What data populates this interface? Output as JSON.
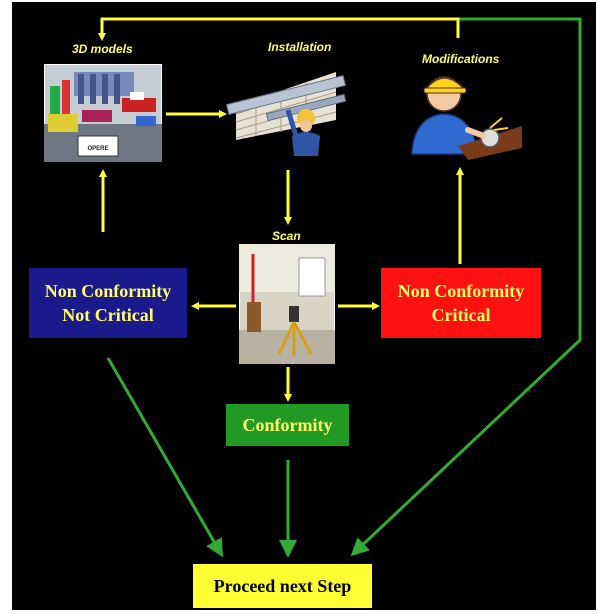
{
  "colors": {
    "background": "#000000",
    "flow_arrow": "#ffff33",
    "outcome_arrow": "#33aa33",
    "box_not_critical": "#1a1a8c",
    "box_critical": "#ff1111",
    "box_conformity": "#229922",
    "box_proceed": "#ffff33",
    "label_text": "#ffff66"
  },
  "steps": {
    "models": {
      "label": "3D models",
      "icon": "3d-model-render-icon"
    },
    "installation": {
      "label": "Installation",
      "icon": "pipe-installation-icon"
    },
    "modifications": {
      "label": "Modifications",
      "icon": "worker-welding-icon"
    },
    "scan": {
      "label": "Scan",
      "icon": "laser-scanner-photo-icon"
    }
  },
  "outcomes": {
    "not_critical": {
      "line1": "Non Conformity",
      "line2": "Not Critical"
    },
    "critical": {
      "line1": "Non Conformity",
      "line2": "Critical"
    },
    "conformity": {
      "label": "Conformity"
    },
    "proceed": {
      "label": "Proceed next Step"
    }
  },
  "model_sign": "OPERE"
}
